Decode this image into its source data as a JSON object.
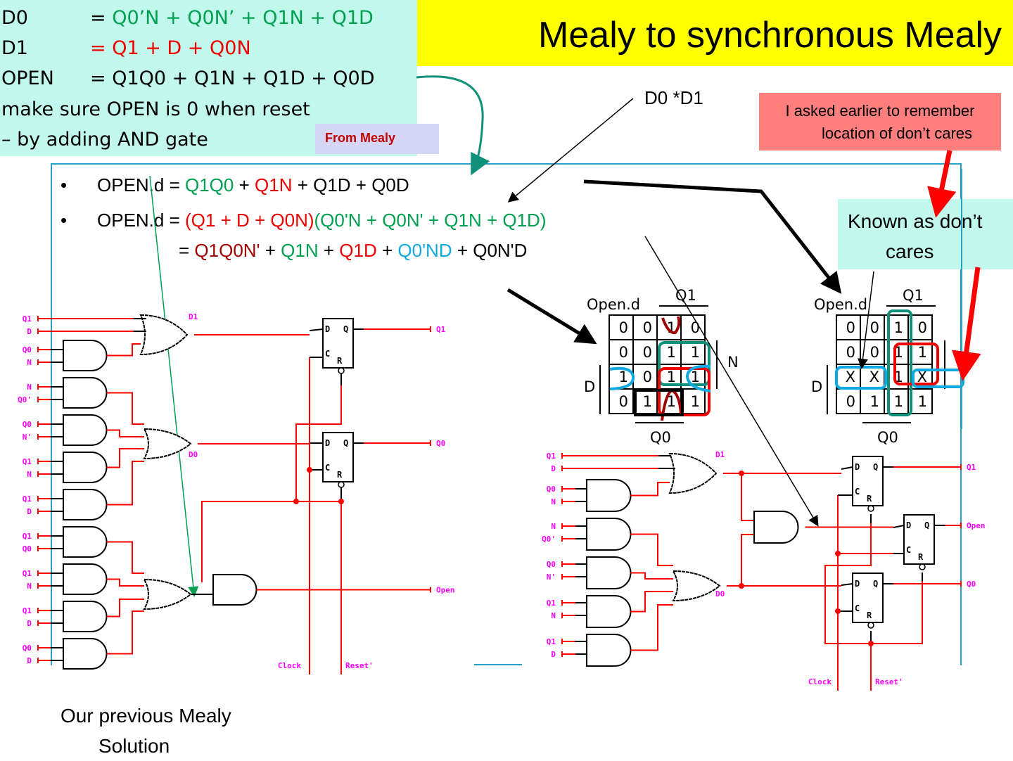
{
  "slide": {
    "title": "Mealy to synchronous Mealy",
    "colors": {
      "title_bg": "#ffff00",
      "equation_bg": "#c2f8ec",
      "green": "#00a050",
      "red": "#ee0000",
      "dark_red": "#a00000",
      "blue": "#10a8e0",
      "note_red_bg": "#ff7f7f",
      "from_mealy_bg": "#d5d6f4",
      "schematic_wire": "#ff0000",
      "schematic_label": "#ff00ff"
    }
  },
  "equations": [
    {
      "lhs": "D0",
      "rhs_prefix": "= ",
      "rhs": "Q0’N + Q0N’ + Q1N + Q1D",
      "color": "green"
    },
    {
      "lhs": "D1",
      "rhs_prefix": "= ",
      "rhs": "Q1 + D + Q0N",
      "color": "red"
    },
    {
      "lhs": "OPEN",
      "rhs_prefix": "= ",
      "rhs": "Q1Q0 + Q1N + Q1D + Q0D",
      "color": "black"
    }
  ],
  "notes": {
    "reset_line1": "make sure OPEN is 0 when reset",
    "reset_line2": "– by adding AND gate",
    "from_mealy": "From Mealy",
    "d0_times_d1": "D0 *D1",
    "dont_care_reminder_l1": "I asked earlier to remember",
    "dont_care_reminder_l2": "location of don’t cares",
    "known_as_l1": "Known as don’t",
    "known_as_l2": "cares",
    "caption_l1": "Our previous Mealy",
    "caption_l2": "Solution"
  },
  "bullets": [
    {
      "marker": "•",
      "parts": [
        {
          "text": "OPEN.d = ",
          "color": "#000000"
        },
        {
          "text": "Q1Q0",
          "color": "#00a050"
        },
        {
          "text": " + ",
          "color": "#000000"
        },
        {
          "text": "Q1N",
          "color": "#ee0000"
        },
        {
          "text": " + Q1D + Q0D",
          "color": "#000000"
        }
      ]
    },
    {
      "marker": "•",
      "parts": [
        {
          "text": "OPEN.d = ",
          "color": "#000000"
        },
        {
          "text": "(Q1 + D + Q0N)",
          "color": "#ee0000"
        },
        {
          "text": "(Q0'N + Q0N' + Q1N + Q1D)",
          "color": "#00a050"
        }
      ]
    },
    {
      "marker": "",
      "parts": [
        {
          "text": "= ",
          "color": "#000000"
        },
        {
          "text": "Q1Q0N'",
          "color": "#a00000"
        },
        {
          "text": " + ",
          "color": "#000000"
        },
        {
          "text": "Q1N",
          "color": "#00a050"
        },
        {
          "text": " + ",
          "color": "#000000"
        },
        {
          "text": "Q1D",
          "color": "#ee0000"
        },
        {
          "text": " + ",
          "color": "#000000"
        },
        {
          "text": "Q0'ND",
          "color": "#10a8e0"
        },
        {
          "text": " + Q0N'D",
          "color": "#000000"
        }
      ]
    }
  ],
  "kmaps": [
    {
      "title": "Open.d",
      "top_label": "Q1",
      "right_label": "N",
      "left_label": "D",
      "bottom_label": "Q0",
      "cells": [
        [
          "0",
          "0",
          "1",
          "0"
        ],
        [
          "0",
          "0",
          "1",
          "1"
        ],
        [
          "1",
          "0",
          "1",
          "1"
        ],
        [
          "0",
          "1",
          "1",
          "1"
        ]
      ]
    },
    {
      "title": "Open.d",
      "top_label": "Q1",
      "right_label": "N",
      "left_label": "D",
      "bottom_label": "Q0",
      "cells": [
        [
          "0",
          "0",
          "1",
          "0"
        ],
        [
          "0",
          "0",
          "1",
          "1"
        ],
        [
          "X",
          "X",
          "1",
          "X"
        ],
        [
          "0",
          "1",
          "1",
          "1"
        ]
      ]
    }
  ],
  "schematic_old": {
    "inputs": [
      "Q1",
      "D",
      "Q0",
      "N",
      "N",
      "Q0'",
      "Q0",
      "N'",
      "Q1",
      "N",
      "Q1",
      "D",
      "Q1",
      "Q0",
      "Q1",
      "N",
      "Q1",
      "D",
      "Q0",
      "D"
    ],
    "gate_labels": [
      "D1",
      "D0"
    ],
    "outputs": [
      "Q1",
      "Q0",
      "Open"
    ],
    "bottom": [
      "Clock",
      "Reset'"
    ],
    "ff_pins": {
      "d": "D",
      "q": "Q",
      "c": "C",
      "r": "R"
    }
  },
  "schematic_new": {
    "inputs": [
      "Q1",
      "D",
      "Q0",
      "N",
      "N",
      "Q0'",
      "Q0",
      "N'",
      "Q1",
      "N",
      "Q1",
      "D"
    ],
    "gate_labels": [
      "D1",
      "D0"
    ],
    "outputs": [
      "Q1",
      "Open",
      "Q0"
    ],
    "bottom": [
      "Clock",
      "Reset'"
    ],
    "ff_pins": {
      "d": "D",
      "q": "Q",
      "c": "C",
      "r": "R"
    }
  }
}
